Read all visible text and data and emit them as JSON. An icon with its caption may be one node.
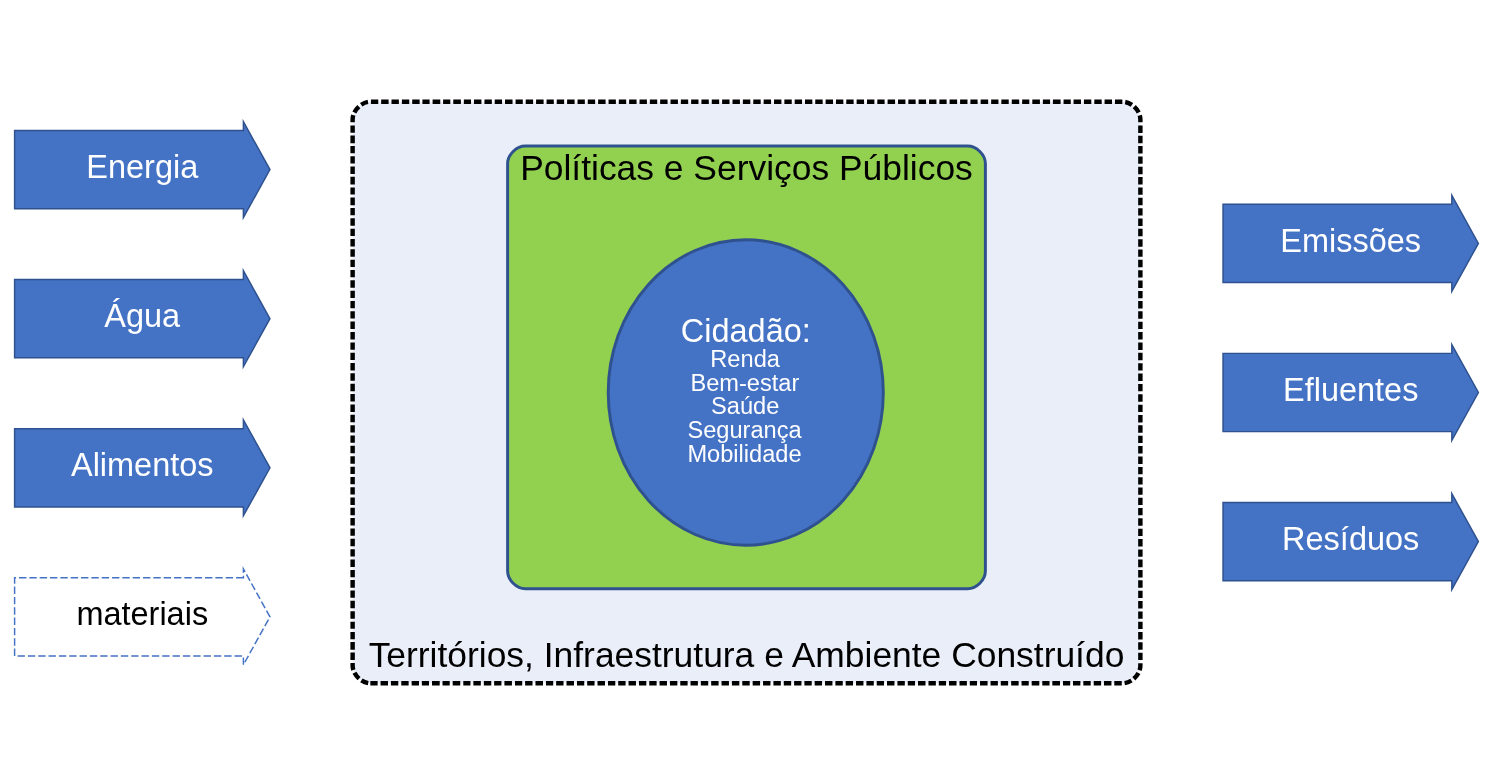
{
  "diagram": {
    "nodes": [
      {
        "text": [
          "Territórios, Infraestrutura e Ambiente Construído"
        ]
      },
      {
        "text": [
          "Políticas e Serviços Públicos"
        ],
        "in": 0
      },
      {
        "text": [
          "Cidadão:",
          "Renda",
          "Bem-estar",
          "Saúde",
          "Segurança",
          "Mobilidade"
        ],
        "in": 1
      },
      {
        "text": [
          "Energia"
        ]
      },
      {
        "text": [
          "Água"
        ]
      },
      {
        "text": [
          "Alimentos"
        ]
      },
      {
        "text": [
          "materiais"
        ]
      },
      {
        "text": [
          "Emissões"
        ]
      },
      {
        "text": [
          "Efluentes"
        ]
      },
      {
        "text": [
          "Resíduos"
        ]
      }
    ]
  }
}
